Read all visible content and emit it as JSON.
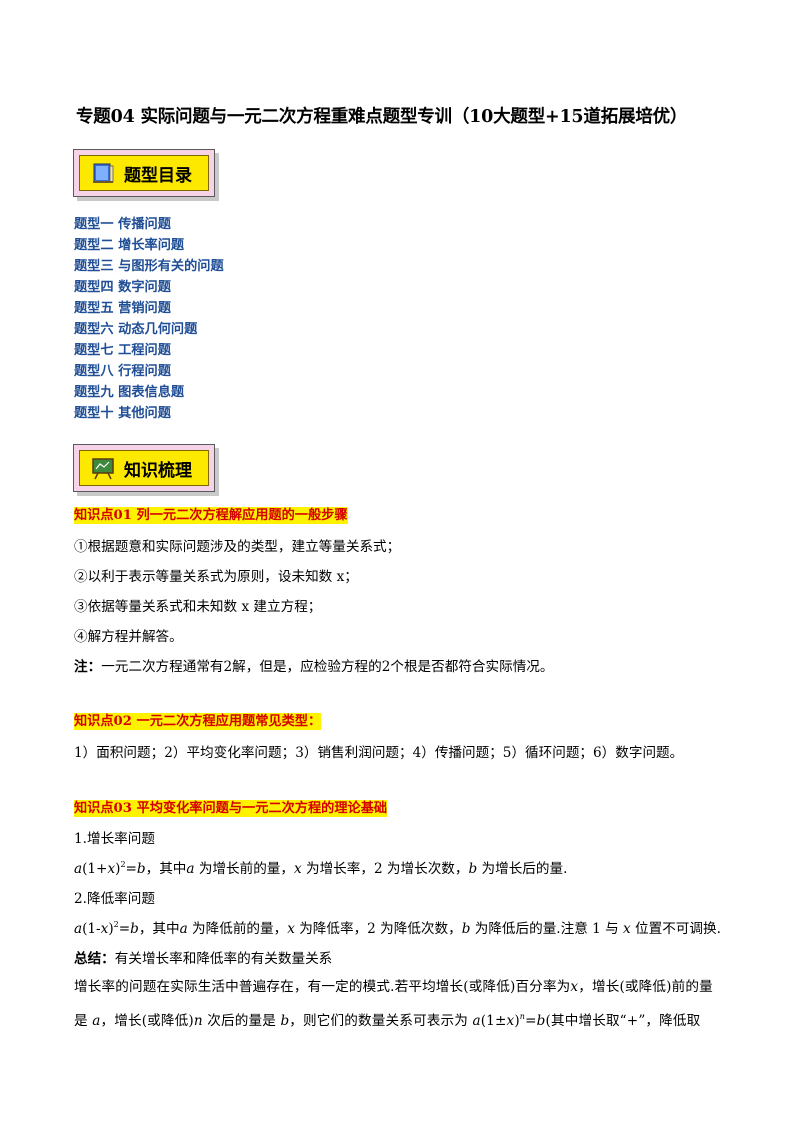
{
  "title": "专题04 实际问题与一元二次方程重难点题型专训（10大题型+15道拓展培优）",
  "banners": {
    "toc": {
      "label": "题型目录",
      "icon": "book-icon"
    },
    "knowledge": {
      "label": "知识梳理",
      "icon": "presentation-board-icon"
    }
  },
  "toc": [
    "题型一  传播问题",
    "题型二  增长率问题",
    "题型三  与图形有关的问题",
    "题型四  数字问题",
    "题型五  营销问题",
    "题型六  动态几何问题",
    "题型七  工程问题",
    "题型八  行程问题",
    "题型九  图表信息题",
    "题型十  其他问题"
  ],
  "kp1": {
    "heading": "知识点01    列一元二次方程解应用题的一般步骤",
    "steps": [
      "①根据题意和实际问题涉及的类型，建立等量关系式；",
      "②以利于表示等量关系式为原则，设未知数 x；",
      "③依据等量关系式和未知数 x 建立方程；",
      "④解方程并解答。"
    ],
    "note_label": "注：",
    "note_text": "一元二次方程通常有2解，但是，应检验方程的2个根是否都符合实际情况。"
  },
  "kp2": {
    "heading": "知识点02    一元二次方程应用题常见类型：",
    "text": "1）面积问题；2）平均变化率问题；3）销售利润问题；4）传播问题；5）循环问题；6）数字问题。"
  },
  "kp3": {
    "heading": "知识点03    平均变化率问题与一元二次方程的理论基础",
    "growth_title": "1.增长率问题",
    "growth_formula": {
      "a": "a",
      "open": "(1+",
      "x": "x",
      "close": ")",
      "exp": "2",
      "eq": "=",
      "b": "b",
      "t1": "，其中",
      "t2": " 为增长前的量，",
      "t3": " 为增长率，2 为增长次数，",
      "t4": " 为增长后的量."
    },
    "decline_title": "2.降低率问题",
    "decline_formula": {
      "a": "a",
      "open": "(1-",
      "x": "x",
      "close": ")",
      "exp": "2",
      "eq": "=",
      "b": "b",
      "t1": "，其中",
      "t2": " 为降低前的量，",
      "t3": " 为降低率，2 为降低次数，",
      "t4": " 为降低后的量.注意 1 与 ",
      "t5": " 位置不可调换."
    },
    "summary_label": "总结：",
    "summary_text": "有关增长率和降低率的有关数量关系",
    "para1": "增长率的问题在实际生活中普遍存在，有一定的模式.若平均增长(或降低)百分率为",
    "para1_end": "，增长(或降低)前的量",
    "para2_a": "是 ",
    "para2_b": "，增长(或降低)",
    "para2_n": "n",
    "para2_c": " 次后的量是 ",
    "para2_d": "，则它们的数量关系可表示为 ",
    "para2_e": "(1±",
    "para2_f": ")",
    "para2_g": "=",
    "para2_h": "(其中增长取“+”，降低取"
  }
}
